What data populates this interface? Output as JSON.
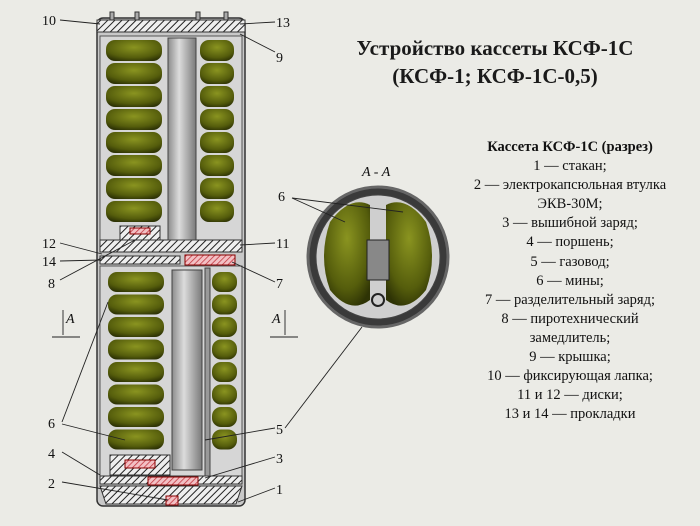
{
  "title": {
    "line1": "Устройство кассеты КСФ-1С",
    "line2": "(КСФ-1; КСФ-1С-0,5)"
  },
  "legend": {
    "heading": "Кассета КСФ-1С (разрез)",
    "items": [
      "1 — стакан;",
      "2 — электрокапсюльная втулка",
      "ЭКВ-30М;",
      "3 — вышибной заряд;",
      "4 — поршень;",
      "5 — газовод;",
      "6 — мины;",
      "7 — разделительный заряд;",
      "8 — пиротехнический",
      "замедлитель;",
      "9 — крышка;",
      "10 — фиксирующая лапка;",
      "11 и 12 — диски;",
      "13 и 14 — прокладки"
    ]
  },
  "callouts": {
    "c10": "10",
    "c13": "13",
    "c9": "9",
    "c12": "12",
    "c14": "14",
    "c8": "8",
    "c11": "11",
    "c7": "7",
    "c6a": "6",
    "c5": "5",
    "c4": "4",
    "c3": "3",
    "c2": "2",
    "c1": "1",
    "c6b": "6",
    "aLeft": "A",
    "aRight": "A"
  },
  "section_label": "A - A",
  "colors": {
    "mine": "#5c6410",
    "body": "#bdbdbd",
    "charge": "#d9707a",
    "background": "#ebebe6"
  }
}
